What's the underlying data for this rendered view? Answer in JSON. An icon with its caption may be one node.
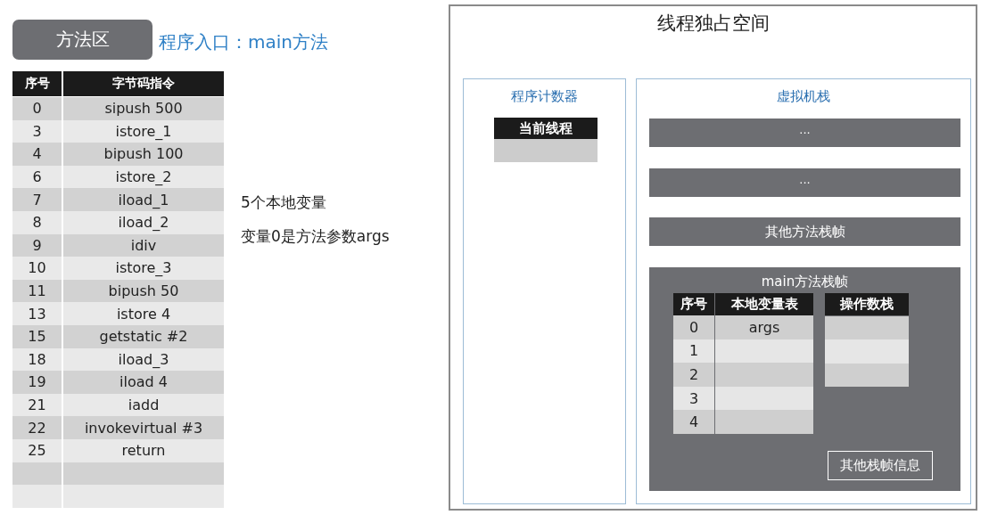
{
  "diagram": {
    "nodes": [
      {
        "text": [
          "方法区"
        ]
      },
      {
        "text": [
          "线程独占空间"
        ]
      },
      {
        "text": [
          "程序计数器"
        ],
        "in": 1
      },
      {
        "text": [
          "当前线程"
        ],
        "in": 2
      },
      {
        "text": [
          "虚拟机栈"
        ],
        "in": 1
      },
      {
        "text": [
          "···"
        ],
        "in": 4
      },
      {
        "text": [
          "···"
        ],
        "in": 4
      },
      {
        "text": [
          "其他方法栈帧"
        ],
        "in": 4
      },
      {
        "text": [
          "main方法栈帧"
        ],
        "in": 4
      },
      {
        "text": [
          "其他栈帧信息"
        ],
        "in": 8
      }
    ],
    "edges": [],
    "labels": [
      "程序入口：main方法",
      "序号",
      "字节码指令",
      "0",
      "sipush 500",
      "3",
      "istore_1",
      "4",
      "bipush 100",
      "6",
      "istore_2",
      "7",
      "iload_1",
      "8",
      "iload_2",
      "9",
      "idiv",
      "10",
      "istore_3",
      "11",
      "bipush 50",
      "13",
      "istore 4",
      "15",
      "getstatic #2",
      "18",
      "iload_3",
      "19",
      "iload 4",
      "21",
      "iadd",
      "22",
      "invokevirtual #3",
      "25",
      "return",
      "5个本地变量",
      "变量0是方法参数args",
      "序号",
      "本地变量表",
      "0",
      "args",
      "1",
      "2",
      "3",
      "4",
      "操作数栈"
    ]
  }
}
